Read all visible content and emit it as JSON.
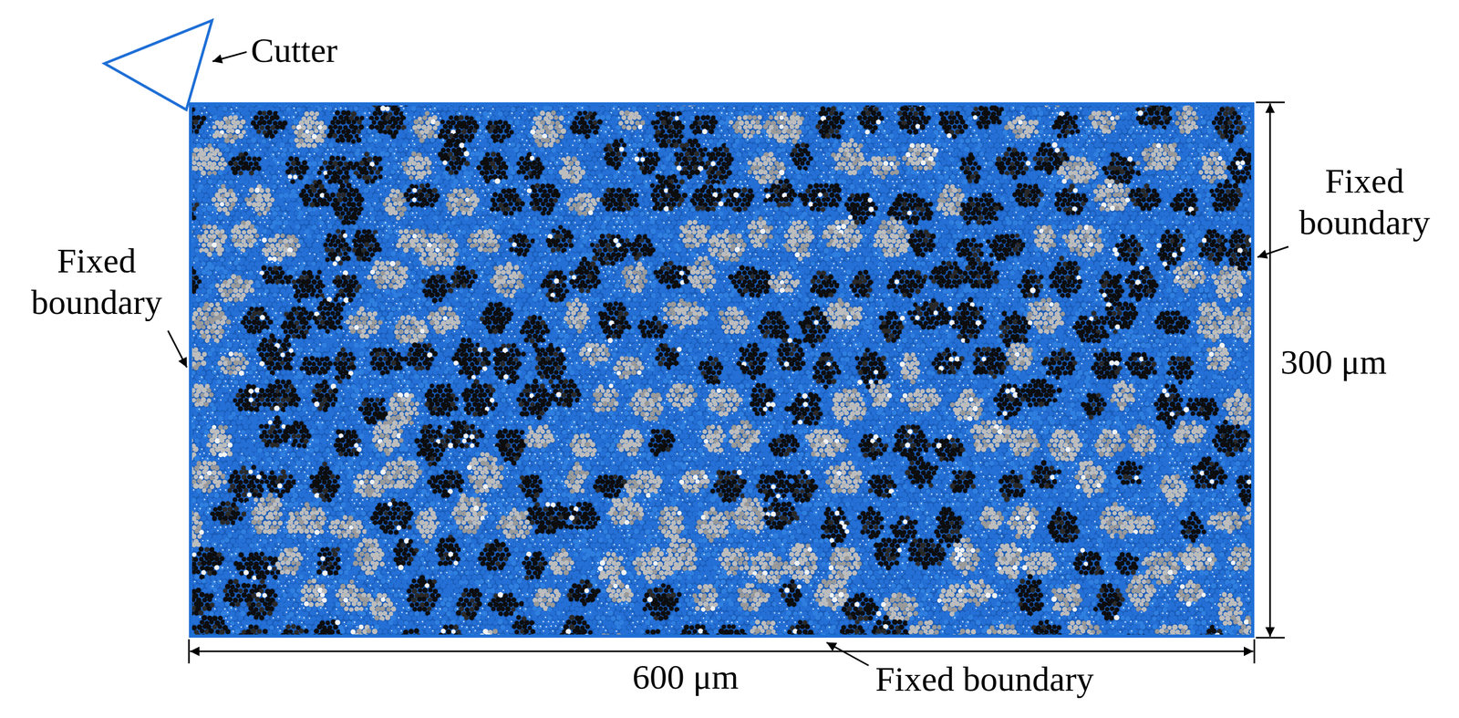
{
  "diagram": {
    "labels": [
      "Cutter",
      "Fixed boundary",
      "Fixed boundary",
      "300 μm",
      "600 μm",
      "Fixed boundary"
    ]
  }
}
